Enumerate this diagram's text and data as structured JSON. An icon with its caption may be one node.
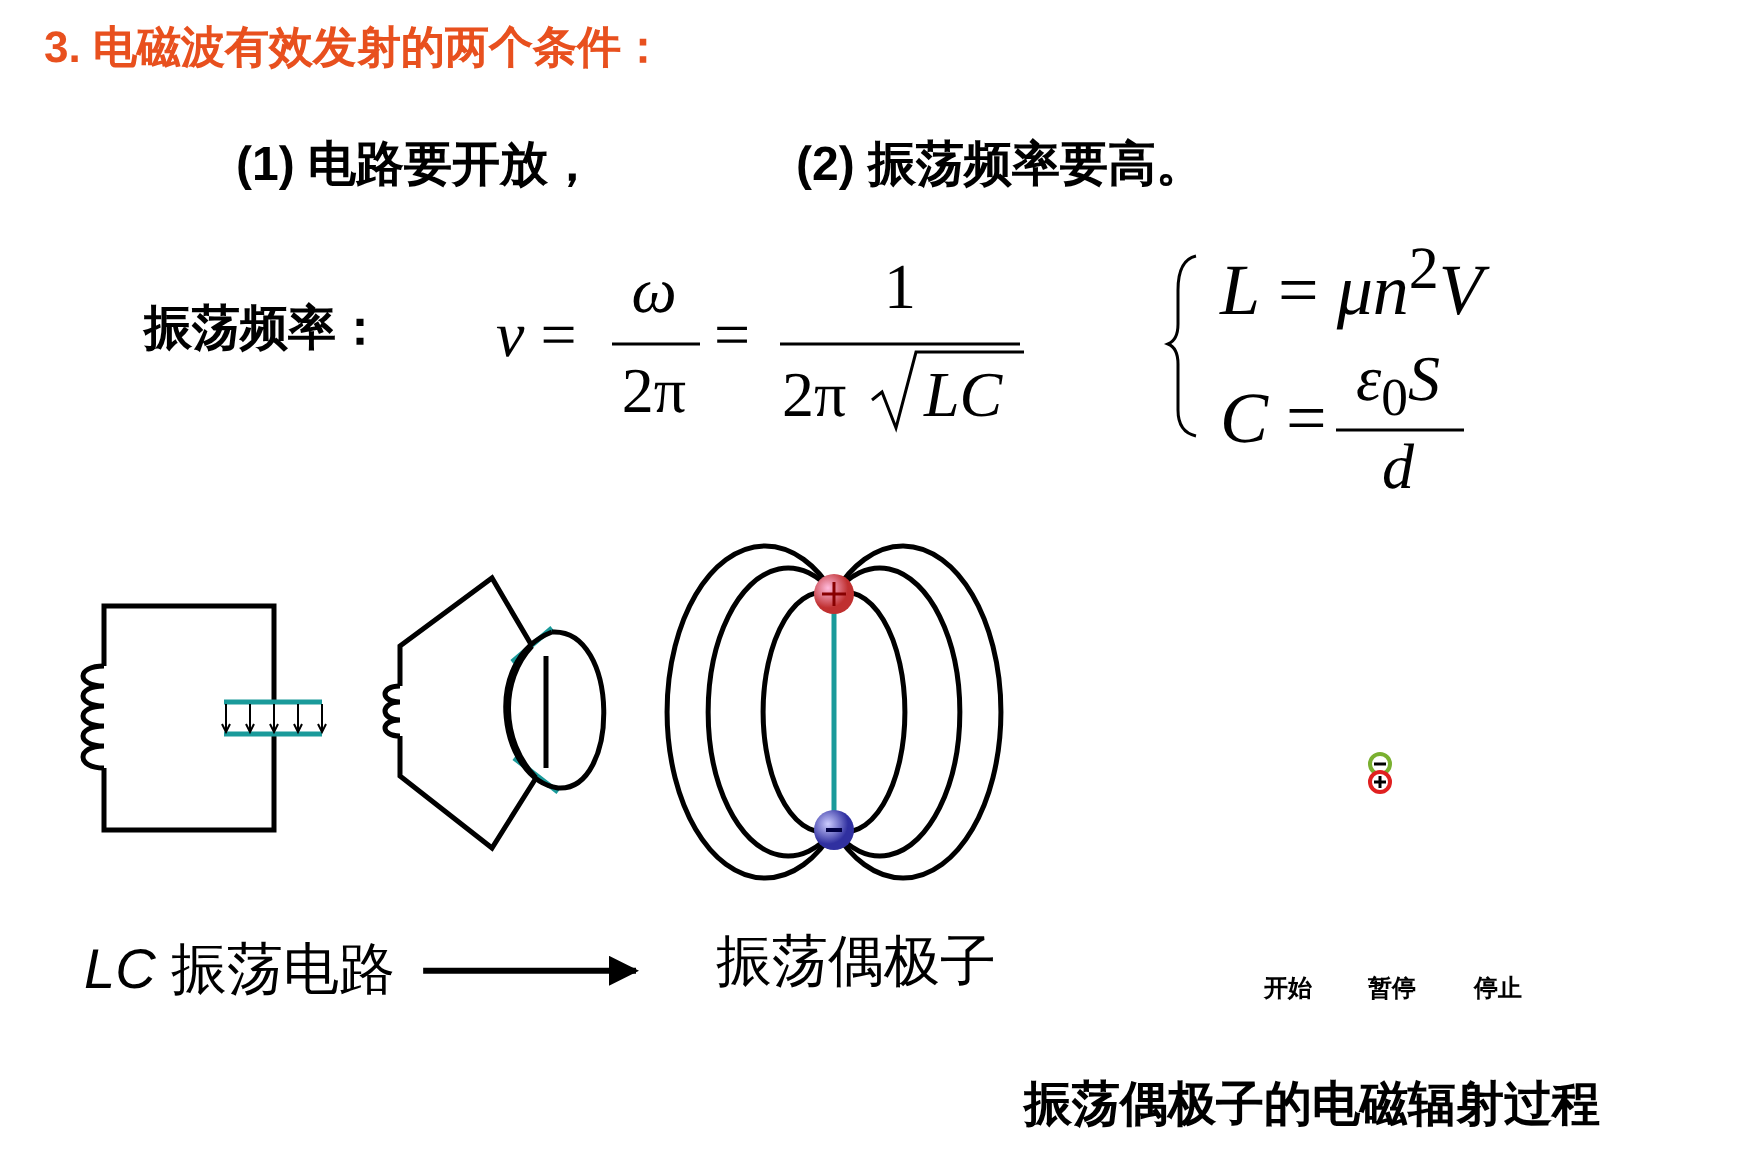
{
  "diagram": {
    "title": "3. 电磁波有效发射的两个条件：",
    "caption": "振荡偶极子的电磁辐射过程",
    "nodes": [
      {
        "text": [
          "*LC* 振荡电路"
        ]
      },
      {
        "text": [
          "振荡偶极子"
        ]
      }
    ],
    "edges": [
      {
        "from": 0,
        "to": 1,
        "arrow": "to"
      }
    ],
    "labels": [
      "(1) 电路要开放，",
      "(2) 振荡频率要高。",
      "振荡频率：",
      "*ν* =",
      "*ω*",
      "2π",
      "=",
      "1",
      "2π",
      "*LC*",
      "*L* = *μn*$^{2}$*V*",
      "*C* =",
      "*ε*$_{0}$*S*",
      "*d*",
      "开始",
      "暂停",
      "停止"
    ]
  }
}
